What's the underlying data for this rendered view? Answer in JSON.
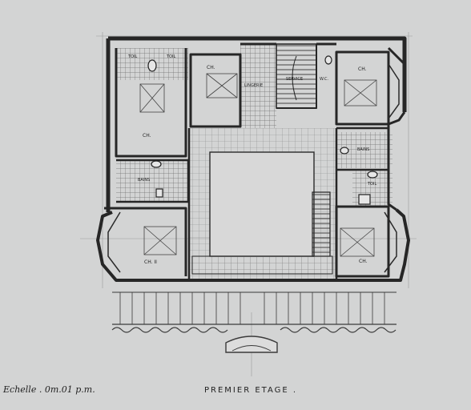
{
  "drawing": {
    "title": "PREMIER ETAGE .",
    "scale": "Echelle . 0m.01 p.m.",
    "rooms": {
      "ch_top_center": "CH.",
      "lingerie": "LINGERIE",
      "service": "SERVICE",
      "wc": "W.C.",
      "ch_top_right": "CH.",
      "toil_1": "TOIL",
      "toil_2": "TOIL",
      "ch_left_mid": "CH.",
      "bains_left": "BAINS",
      "ch_bottom_left": "CH. II",
      "bains_right": "BAINS",
      "toil_right": "TOIL",
      "ch_bottom_right": "CH."
    }
  },
  "colors": {
    "paper": "#d3d4d4",
    "ink": "#1e1e1e",
    "wall": "#262626",
    "tile": "#7a7a7a"
  }
}
